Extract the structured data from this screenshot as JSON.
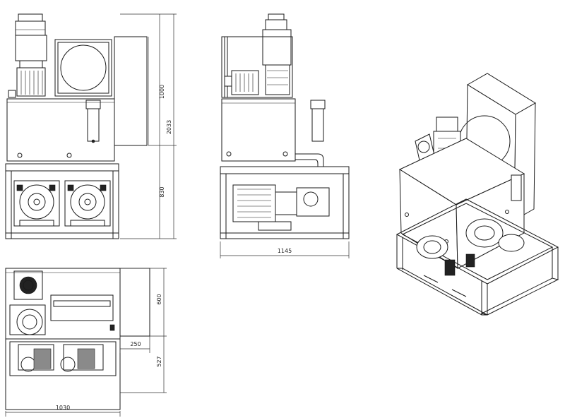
{
  "drawing": {
    "views": [
      "front-view",
      "side-view",
      "top-view",
      "isometric-view"
    ],
    "dimensions": {
      "front_upper_height": "1000",
      "front_total_height": "2033",
      "front_base_height": "830",
      "side_width": "1145",
      "top_depth_upper": "600",
      "top_offset": "250",
      "top_depth_lower": "527",
      "top_width": "1030"
    },
    "line_color": "#1a1a1a",
    "background": "#ffffff"
  }
}
